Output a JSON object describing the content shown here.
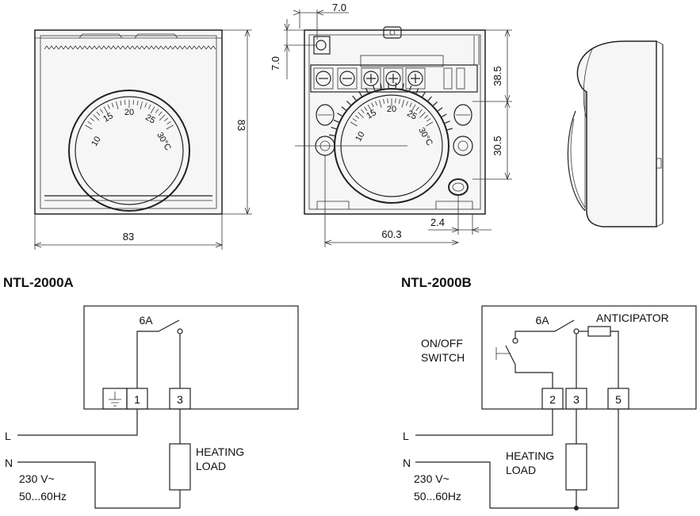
{
  "dimensions": {
    "front_height": "83",
    "front_width": "83",
    "back_top_offset": "7.0",
    "back_left_offset": "7.0",
    "back_upper_vertical": "38.5",
    "back_lower_vertical": "30.5",
    "back_small_offset": "2.4",
    "back_width": "60.3"
  },
  "dial": {
    "scale": [
      "10",
      "15",
      "20",
      "25",
      "30°C"
    ]
  },
  "wiring_a": {
    "model": "NTL-2000A",
    "current": "6A",
    "terminals": [
      "1",
      "3"
    ],
    "line_L": "L",
    "line_N": "N",
    "load_label_1": "HEATING",
    "load_label_2": "LOAD",
    "voltage": "230 V~",
    "frequency": "50...60Hz"
  },
  "wiring_b": {
    "model": "NTL-2000B",
    "current": "6A",
    "anticipator": "ANTICIPATOR",
    "switch_label_1": "ON/OFF",
    "switch_label_2": "SWITCH",
    "terminals": [
      "2",
      "3",
      "5"
    ],
    "line_L": "L",
    "line_N": "N",
    "load_label_1": "HEATING",
    "load_label_2": "LOAD",
    "voltage": "230 V~",
    "frequency": "50...60Hz"
  }
}
